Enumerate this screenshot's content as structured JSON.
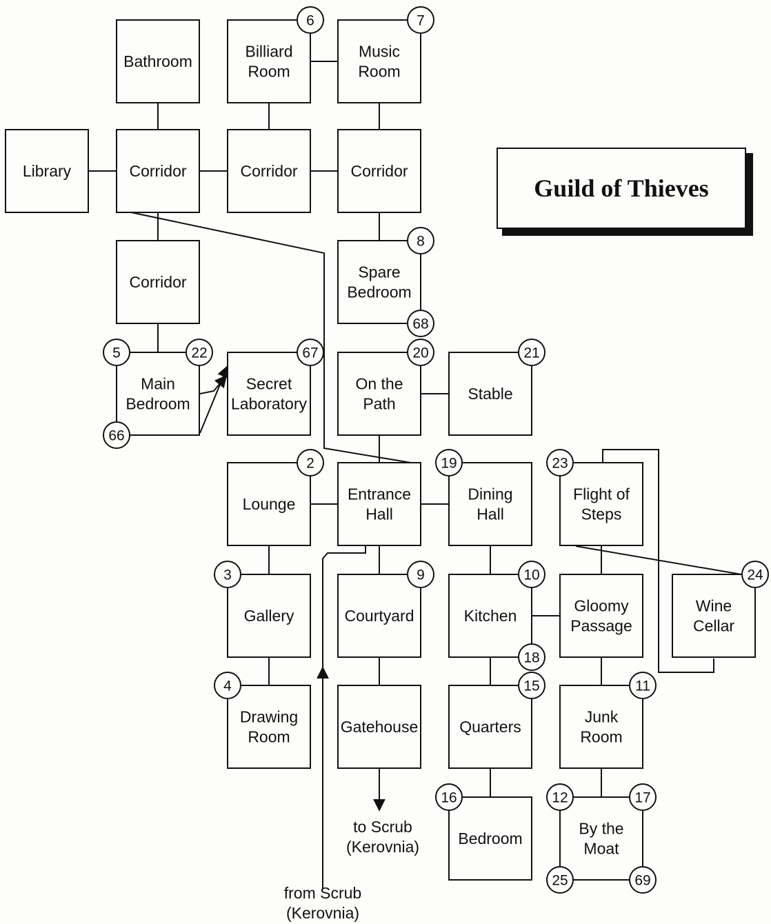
{
  "title": "Guild of Thieves",
  "rooms": [
    {
      "id": "bathroom",
      "label": [
        "Bathroom"
      ],
      "badges": []
    },
    {
      "id": "billiard",
      "label": [
        "Billiard",
        "Room"
      ],
      "badges": [
        "6"
      ]
    },
    {
      "id": "music",
      "label": [
        "Music",
        "Room"
      ],
      "badges": [
        "7"
      ]
    },
    {
      "id": "library",
      "label": [
        "Library"
      ],
      "badges": []
    },
    {
      "id": "corridor1",
      "label": [
        "Corridor"
      ],
      "badges": []
    },
    {
      "id": "corridor2",
      "label": [
        "Corridor"
      ],
      "badges": []
    },
    {
      "id": "corridor3",
      "label": [
        "Corridor"
      ],
      "badges": []
    },
    {
      "id": "corridor4",
      "label": [
        "Corridor"
      ],
      "badges": []
    },
    {
      "id": "spare",
      "label": [
        "Spare",
        "Bedroom"
      ],
      "badges": [
        "8",
        "68"
      ]
    },
    {
      "id": "mainbed",
      "label": [
        "Main",
        "Bedroom"
      ],
      "badges": [
        "5",
        "22",
        "66"
      ]
    },
    {
      "id": "secretlab",
      "label": [
        "Secret",
        "Laboratory"
      ],
      "badges": [
        "67"
      ]
    },
    {
      "id": "onpath",
      "label": [
        "On the",
        "Path"
      ],
      "badges": [
        "20"
      ]
    },
    {
      "id": "stable",
      "label": [
        "Stable"
      ],
      "badges": [
        "21"
      ]
    },
    {
      "id": "lounge",
      "label": [
        "Lounge"
      ],
      "badges": [
        "2"
      ]
    },
    {
      "id": "entrance",
      "label": [
        "Entrance",
        "Hall"
      ],
      "badges": []
    },
    {
      "id": "dining",
      "label": [
        "Dining",
        "Hall"
      ],
      "badges": [
        "19"
      ]
    },
    {
      "id": "flight",
      "label": [
        "Flight of",
        "Steps"
      ],
      "badges": [
        "23"
      ]
    },
    {
      "id": "gallery",
      "label": [
        "Gallery"
      ],
      "badges": [
        "3"
      ]
    },
    {
      "id": "courtyard",
      "label": [
        "Courtyard"
      ],
      "badges": [
        "9"
      ]
    },
    {
      "id": "kitchen",
      "label": [
        "Kitchen"
      ],
      "badges": [
        "10",
        "18"
      ]
    },
    {
      "id": "gloomy",
      "label": [
        "Gloomy",
        "Passage"
      ],
      "badges": []
    },
    {
      "id": "wine",
      "label": [
        "Wine",
        "Cellar"
      ],
      "badges": [
        "24"
      ]
    },
    {
      "id": "drawing",
      "label": [
        "Drawing",
        "Room"
      ],
      "badges": [
        "4"
      ]
    },
    {
      "id": "gatehouse",
      "label": [
        "Gatehouse"
      ],
      "badges": []
    },
    {
      "id": "quarters",
      "label": [
        "Quarters"
      ],
      "badges": [
        "15"
      ]
    },
    {
      "id": "junk",
      "label": [
        "Junk",
        "Room"
      ],
      "badges": [
        "11"
      ]
    },
    {
      "id": "bedroom",
      "label": [
        "Bedroom"
      ],
      "badges": [
        "16"
      ]
    },
    {
      "id": "moat",
      "label": [
        "By the",
        "Moat"
      ],
      "badges": [
        "12",
        "17",
        "25",
        "69"
      ]
    }
  ],
  "exits": [
    {
      "id": "to-scrub",
      "label": [
        "to Scrub",
        "(Kerovnia)"
      ]
    },
    {
      "id": "from-scrub",
      "label": [
        "from Scrub",
        "(Kerovnia)"
      ]
    }
  ]
}
